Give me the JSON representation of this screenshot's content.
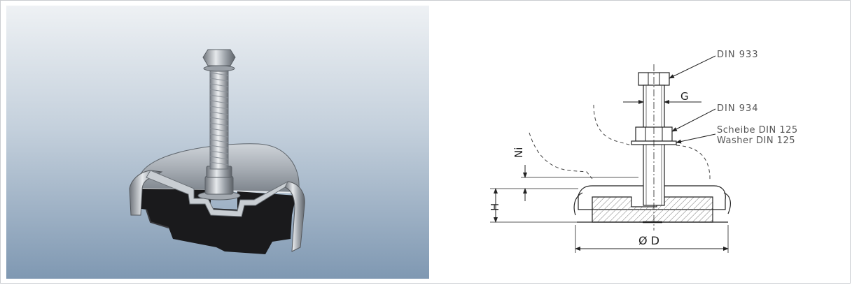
{
  "photo": {
    "subject": "mount-photo",
    "colors": {
      "bg_top": "#eef1f4",
      "bg_bottom": "#7f98b2",
      "rubber": "#1a1a1c",
      "steel": "#b7bcc2"
    }
  },
  "drawing": {
    "callouts": {
      "bolt": "DIN 933",
      "nut": "DIN 934",
      "washer_de": "Scheibe DIN 125",
      "washer_en": "Washer DIN 125"
    },
    "dims": {
      "thread": "G",
      "level": "Ni",
      "height": "H",
      "diameter": "Ø D"
    },
    "colors": {
      "line": "#222222",
      "label": "#555555"
    }
  }
}
